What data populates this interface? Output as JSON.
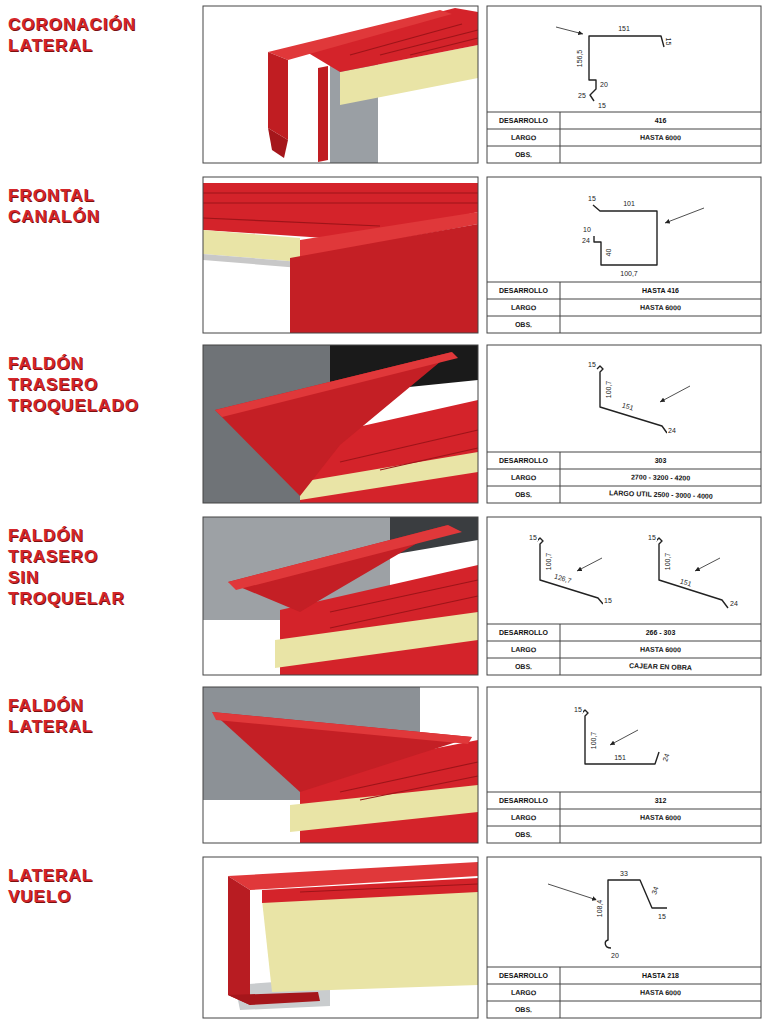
{
  "diagram": {
    "labels": [
      "CORONACIÓN LATERAL",
      "151",
      "15",
      "156,5",
      "20",
      "25",
      "15",
      "DESARROLLO",
      "416",
      "LARGO",
      "HASTA 6000",
      "OBS.",
      "FRONTAL CANALÓN",
      "15",
      "101",
      "10",
      "24",
      "40",
      "100,7",
      "DESARROLLO",
      "HASTA 416",
      "LARGO",
      "HASTA 6000",
      "OBS.",
      "FALDÓN TRASERO TROQUELADO",
      "15",
      "100,7",
      "151",
      "24",
      "DESARROLLO",
      "303",
      "LARGO",
      "2700 - 3200 - 4200",
      "OBS.",
      "LARGO UTIL 2500 - 3000 - 4000",
      "FALDÓN TRASERO SIN TROQUELAR",
      "15",
      "100,7",
      "126,7",
      "15",
      "15",
      "100,7",
      "151",
      "24",
      "DESARROLLO",
      "266 - 303",
      "LARGO",
      "HASTA 6000",
      "OBS.",
      "CAJEAR EN OBRA",
      "FALDÓN LATERAL",
      "15",
      "100,7",
      "151",
      "24",
      "DESARROLLO",
      "312",
      "LARGO",
      "HASTA 6000",
      "OBS.",
      "LATERAL VUELO",
      "108,4",
      "33",
      "34",
      "15",
      "20",
      "DESARROLLO",
      "HASTA 218",
      "LARGO",
      "HASTA 6000",
      "OBS."
    ]
  }
}
